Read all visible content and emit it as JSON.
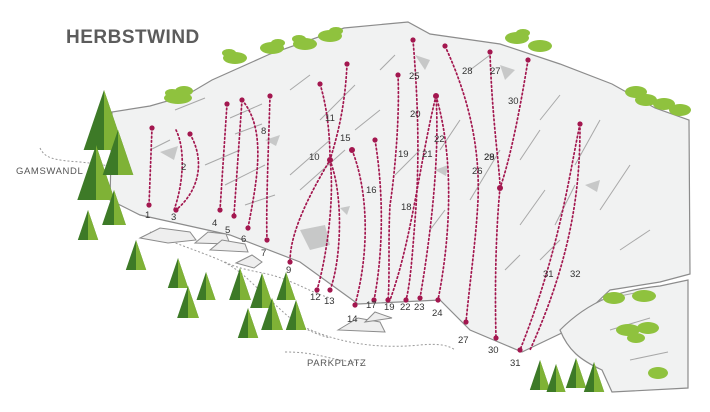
{
  "title": "HERBSTWIND",
  "places": {
    "left_area": "GAMSWANDL",
    "parking": "PARKPLATZ"
  },
  "colors": {
    "route": "#a3174f",
    "rock": "#f1f2f2",
    "rock_outline": "#8c8c8c",
    "tree_dark": "#3d7a27",
    "tree_light": "#7fb236",
    "bush": "#8fc23e"
  },
  "routes": [
    {
      "n": "1"
    },
    {
      "n": "2"
    },
    {
      "n": "3"
    },
    {
      "n": "4"
    },
    {
      "n": "5"
    },
    {
      "n": "6"
    },
    {
      "n": "7"
    },
    {
      "n": "8"
    },
    {
      "n": "9"
    },
    {
      "n": "10"
    },
    {
      "n": "11"
    },
    {
      "n": "12"
    },
    {
      "n": "13"
    },
    {
      "n": "14"
    },
    {
      "n": "15"
    },
    {
      "n": "16"
    },
    {
      "n": "17"
    },
    {
      "n": "18"
    },
    {
      "n": "19"
    },
    {
      "n": "20"
    },
    {
      "n": "21"
    },
    {
      "n": "22"
    },
    {
      "n": "23"
    },
    {
      "n": "24"
    },
    {
      "n": "25"
    },
    {
      "n": "26"
    },
    {
      "n": "27"
    },
    {
      "n": "28"
    },
    {
      "n": "29"
    },
    {
      "n": "30"
    },
    {
      "n": "31"
    },
    {
      "n": "32"
    }
  ]
}
